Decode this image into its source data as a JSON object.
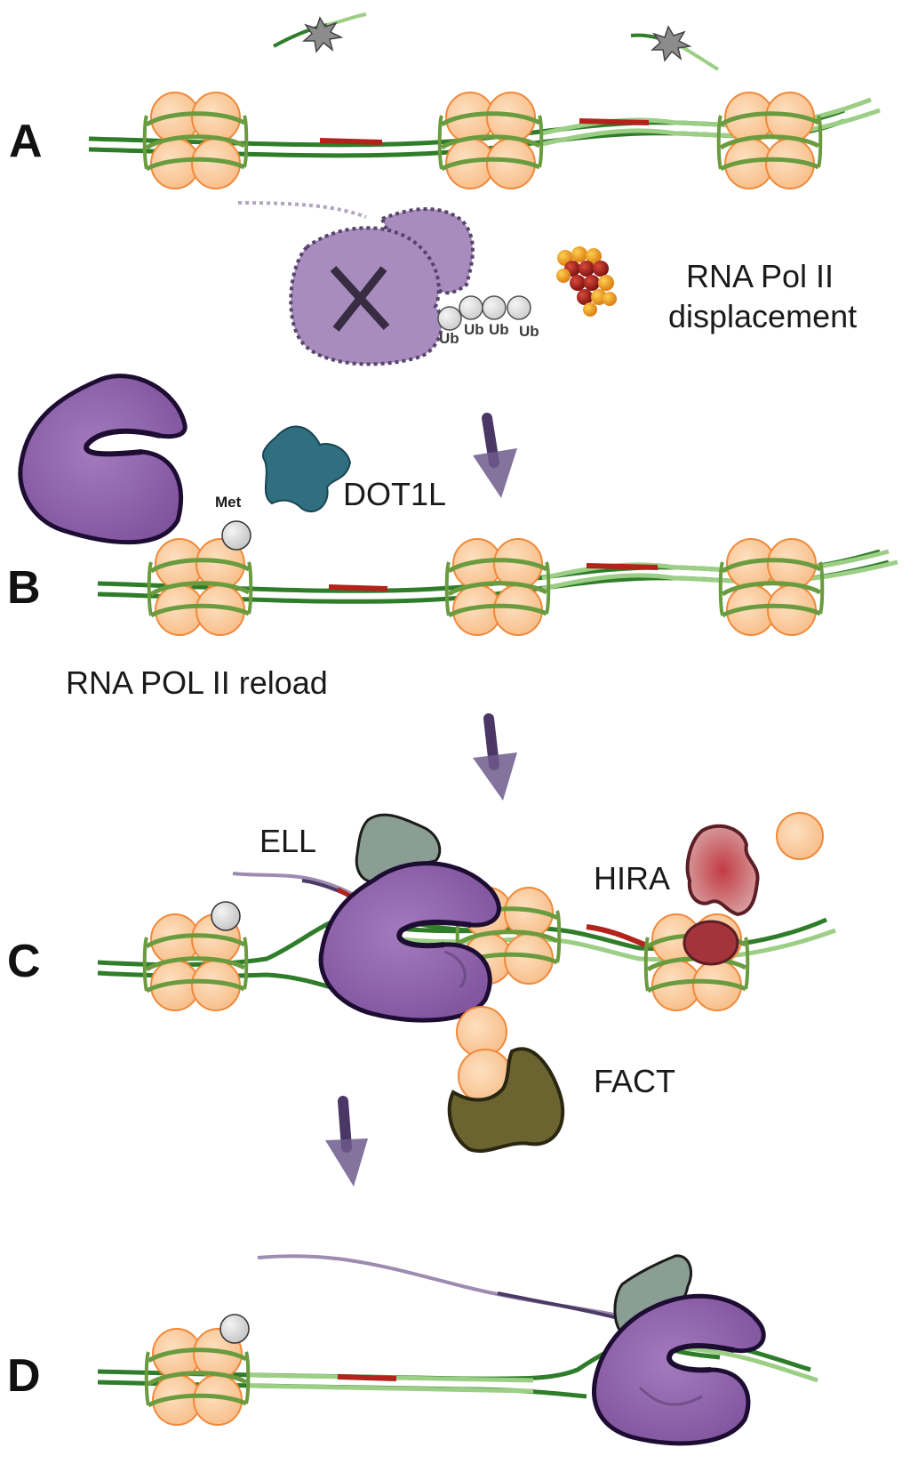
{
  "panels": {
    "a": "A",
    "b": "B",
    "c": "C",
    "d": "D"
  },
  "labels": {
    "displacement_line1": "RNA Pol II",
    "displacement_line2": "displacement",
    "dot1l": "DOT1L",
    "reload": "RNA POL II reload",
    "ell": "ELL",
    "hira": "HIRA",
    "fact": "FACT",
    "met": "Met",
    "ub": "Ub"
  },
  "colors": {
    "dna_dark": "#2f7d2a",
    "dna_light": "#9ccf85",
    "lesion": "#b3221b",
    "histone_fill": "#f9c89a",
    "histone_stroke": "#f0893a",
    "pol2": "#8b5fa8",
    "pol2_outline": "#2a1240",
    "dot1l": "#2f6f80",
    "ell": "#8a9e94",
    "hira": "#a3434c",
    "fact": "#6b6330",
    "arrow": "#5a4577",
    "proteasome_red": "#a01818",
    "proteasome_orange": "#f0a020"
  }
}
